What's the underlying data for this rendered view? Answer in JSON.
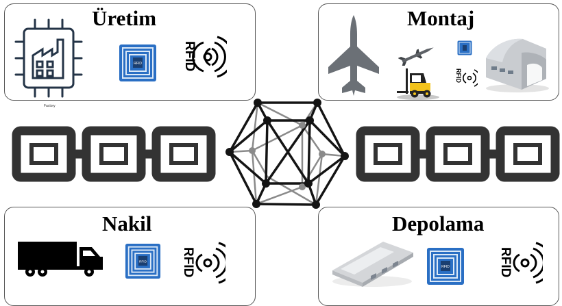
{
  "panels": {
    "production": {
      "title": "Üretim",
      "icon_label": "Factory",
      "rfid_text": "RFID",
      "tag_text": "RFID"
    },
    "assembly": {
      "title": "Montaj",
      "rfid_text": "RFID"
    },
    "transport": {
      "title": "Nakil",
      "rfid_text": "RFID",
      "tag_text": "RFID"
    },
    "storage": {
      "title": "Depolama",
      "rfid_text": "RFID",
      "tag_text": "RFID"
    }
  },
  "icons": [
    "factory-icon",
    "rfid-tag-icon",
    "rfid-signal-icon",
    "fighter-jet-icon",
    "missile-icon",
    "forklift-icon",
    "hangar-icon",
    "truck-icon",
    "warehouse-icon",
    "blockchain-chain-icon",
    "network-hexagon-icon"
  ],
  "colors": {
    "tag_blue": "#2a6fc4",
    "chain_gray": "#333333",
    "jet_gray": "#6b7076",
    "forklift_yellow": "#f2c21b"
  }
}
